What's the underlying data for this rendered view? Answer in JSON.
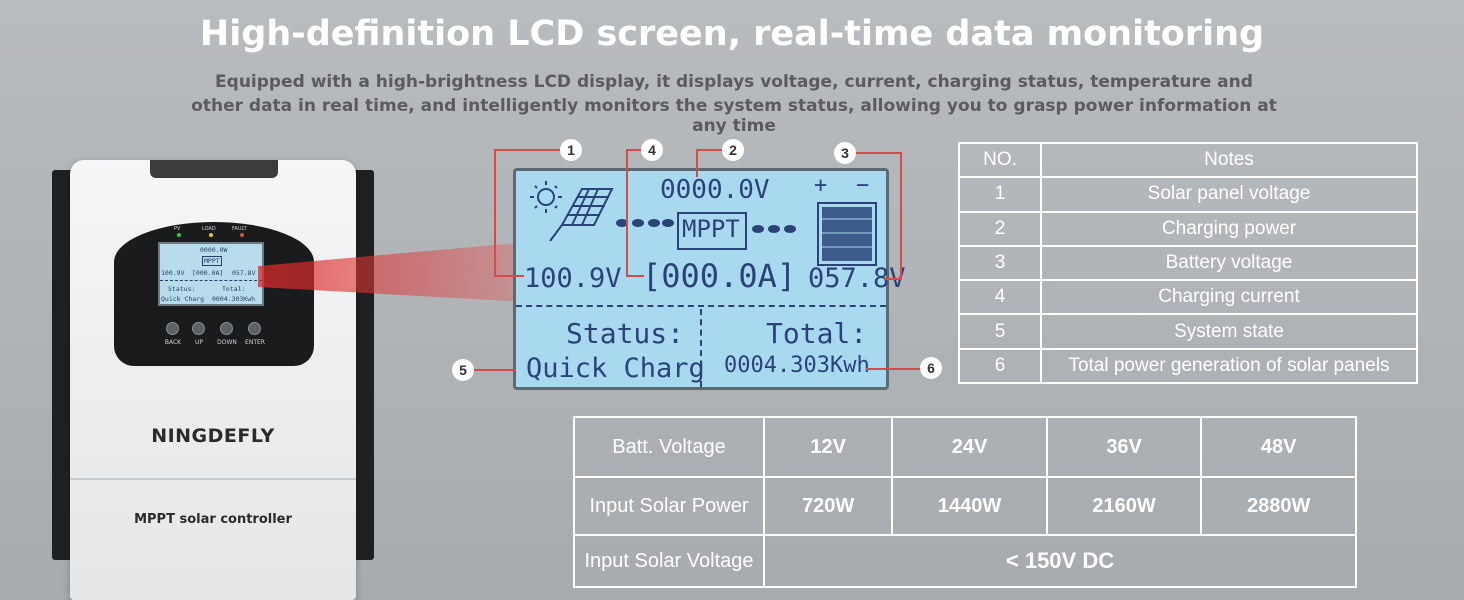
{
  "header": {
    "title": "High-definition LCD screen, real-time data monitoring",
    "subtitle_line1": "Equipped with a high-brightness LCD display, it displays voltage, current, charging status, temperature and",
    "subtitle_line2": "other data in real time, and intelligently monitors the system status, allowing you to grasp power information at any time"
  },
  "device": {
    "brand": "NINGDEFLY",
    "model": "MPPT solar controller",
    "leds": [
      {
        "label": "PV",
        "color": "#2ecc40"
      },
      {
        "label": "LOAD",
        "color": "#f1c40f"
      },
      {
        "label": "FAULT",
        "color": "#e74c3c"
      }
    ],
    "buttons": [
      "BACK",
      "UP",
      "DOWN",
      "ENTER"
    ],
    "mini_lcd": {
      "power": "0000.0W",
      "mppt": "MPPT",
      "pv_voltage": "100.9V",
      "current": "[000.0A]",
      "batt_voltage": "057.8V",
      "status_label": "Status:",
      "status_value": "Quick Charg",
      "total_label": "Total:",
      "total_value": "0004.303Kwh"
    }
  },
  "lcd": {
    "power": "0000.0V",
    "mppt": "MPPT",
    "pv_voltage": "100.9V",
    "current": "[000.0A]",
    "batt_voltage": "057.8V",
    "status_label": "Status:",
    "status_value": "Quick Charg",
    "total_label": "Total:",
    "total_value": "0004.303Kwh",
    "plus": "+",
    "minus": "−"
  },
  "callouts": [
    "1",
    "2",
    "3",
    "4",
    "5",
    "6"
  ],
  "notes_table": {
    "header": {
      "no": "NO.",
      "notes": "Notes"
    },
    "rows": [
      {
        "no": "1",
        "note": "Solar panel voltage"
      },
      {
        "no": "2",
        "note": "Charging power"
      },
      {
        "no": "3",
        "note": "Battery voltage"
      },
      {
        "no": "4",
        "note": "Charging current"
      },
      {
        "no": "5",
        "note": "System state"
      },
      {
        "no": "6",
        "note": "Total power generation of solar panels"
      }
    ]
  },
  "spec_table": {
    "batt_voltage_label": "Batt. Voltage",
    "batt_voltages": [
      "12V",
      "24V",
      "36V",
      "48V"
    ],
    "input_power_label": "Input Solar Power",
    "input_powers": [
      "720W",
      "1440W",
      "2160W",
      "2880W"
    ],
    "input_voltage_label": "Input Solar Voltage",
    "input_voltage": "< 150V  DC"
  },
  "colors": {
    "lcd_bg": "#a9d9ef",
    "lcd_text": "#2a4478",
    "callout_line": "#d64a4a"
  }
}
